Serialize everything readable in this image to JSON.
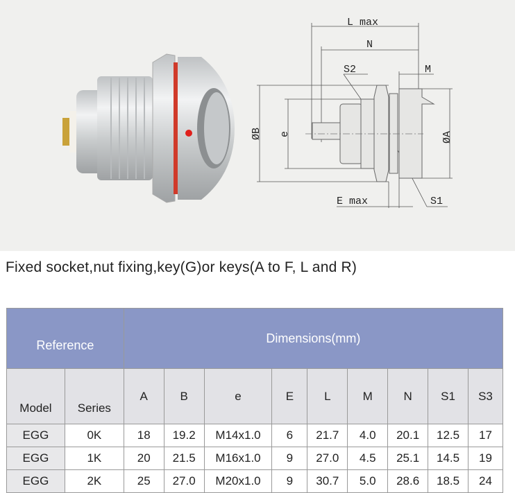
{
  "caption": "Fixed socket,nut fixing,key(G)or keys(A to F, L and R)",
  "drawing": {
    "l_max": "L max",
    "n": "N",
    "s2": "S2",
    "m": "M",
    "diam_b": "ØB",
    "e": "e",
    "diam_a": "ØA",
    "e_max": "E max",
    "s1": "S1"
  },
  "table": {
    "group_headers": {
      "reference": "Reference",
      "dimensions": "Dimensions(mm)"
    },
    "columns": [
      "Model",
      "Series",
      "A",
      "B",
      "e",
      "E",
      "L",
      "M",
      "N",
      "S1",
      "S3"
    ],
    "rows": [
      [
        "EGG",
        "0K",
        "18",
        "19.2",
        "M14x1.0",
        "6",
        "21.7",
        "4.0",
        "20.1",
        "12.5",
        "17"
      ],
      [
        "EGG",
        "1K",
        "20",
        "21.5",
        "M16x1.0",
        "9",
        "27.0",
        "4.5",
        "25.1",
        "14.5",
        "19"
      ],
      [
        "EGG",
        "2K",
        "25",
        "27.0",
        "M20x1.0",
        "9",
        "30.7",
        "5.0",
        "28.6",
        "18.5",
        "24"
      ]
    ]
  },
  "colors": {
    "header": "#8a97c6",
    "subheader": "#e2e2e6",
    "background": "#f0f0ee",
    "key_dot": "#e0201c"
  }
}
